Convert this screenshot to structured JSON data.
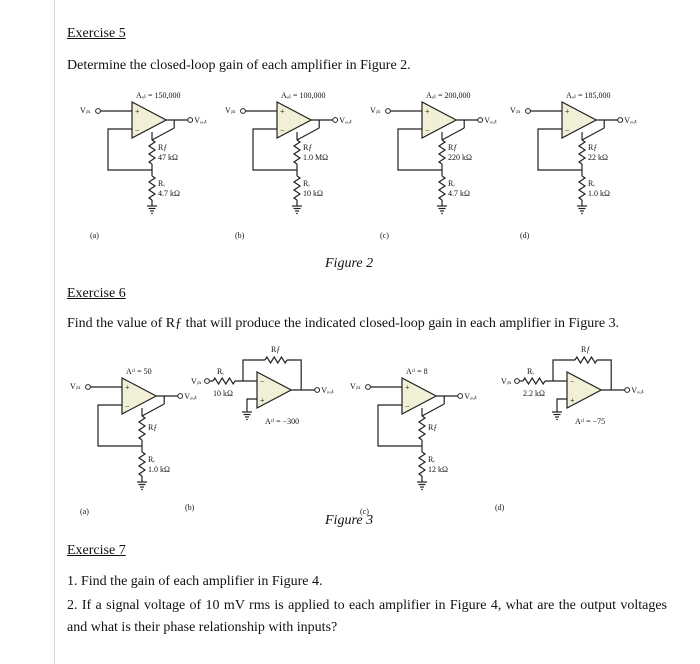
{
  "exercise5": {
    "heading": "Exercise 5",
    "prompt": "Determine the closed-loop gain of each amplifier in Figure 2.",
    "caption": "Figure 2",
    "circuits": [
      {
        "tag": "(a)",
        "gain": "Aₒₗ = 150,000",
        "rf": "47 kΩ",
        "ri": "4.7 kΩ"
      },
      {
        "tag": "(b)",
        "gain": "Aₒₗ = 100,000",
        "rf": "1.0 MΩ",
        "ri": "10 kΩ"
      },
      {
        "tag": "(c)",
        "gain": "Aₒₗ = 200,000",
        "rf": "220 kΩ",
        "ri": "4.7 kΩ"
      },
      {
        "tag": "(d)",
        "gain": "Aₒₗ = 185,000",
        "rf": "22 kΩ",
        "ri": "1.0 kΩ"
      }
    ]
  },
  "exercise6": {
    "heading": "Exercise 6",
    "prompt": "Find the value of Rƒ that will produce the indicated closed-loop gain in each amplifier in Figure 3.",
    "caption": "Figure 3",
    "circuits": [
      {
        "tag": "(a)",
        "gain": "Aᶜˡ = 50",
        "ri": "1.0 kΩ"
      },
      {
        "tag": "(b)",
        "gain": "Aᶜˡ = −300",
        "ri": "10 kΩ"
      },
      {
        "tag": "(c)",
        "gain": "Aᶜˡ = 8",
        "ri": "12 kΩ"
      },
      {
        "tag": "(d)",
        "gain": "Aᶜˡ = −75",
        "ri": "2.2 kΩ"
      }
    ]
  },
  "exercise7": {
    "heading": "Exercise 7",
    "item1": "1. Find the gain of each amplifier in Figure 4.",
    "item2": "2. If a signal voltage of 10 mV rms is applied to each amplifier in Figure 4, what are the output voltages and what is their phase relationship with inputs?"
  },
  "labels": {
    "vin": "Vᵢₙ",
    "vout": "Vₒᵤₜ",
    "rf": "Rƒ",
    "ri": "Rᵢ"
  }
}
